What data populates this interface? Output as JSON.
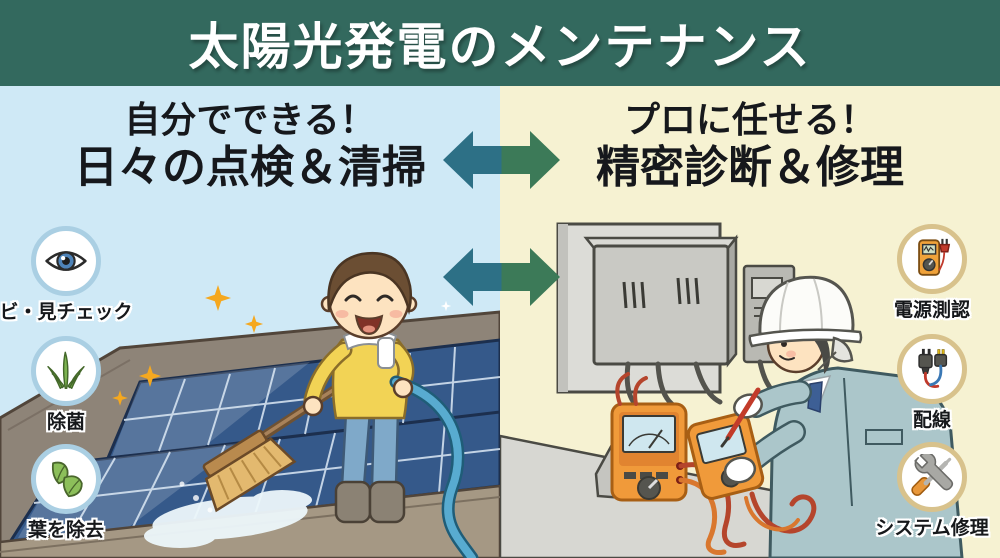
{
  "header": {
    "title": "太陽光発電のメンテナンス"
  },
  "left_section": {
    "title_line1": "自分でできる！",
    "title_line2": "日々の点検＆清掃",
    "items": [
      {
        "icon": "eye-icon",
        "label": "ビ・見チェック"
      },
      {
        "icon": "grass-icon",
        "label": "除菌"
      },
      {
        "icon": "leaves-icon",
        "label": "葉を除去"
      }
    ]
  },
  "right_section": {
    "title_line1": "プロに任せる！",
    "title_line2": "精密診断＆修理",
    "items": [
      {
        "icon": "multimeter-icon",
        "label": "電源測認"
      },
      {
        "icon": "plug-icon",
        "label": "配線"
      },
      {
        "icon": "tools-icon",
        "label": "システム修理"
      }
    ]
  },
  "colors": {
    "header_bg": "#33695e",
    "left_bg": "#cfe9f6",
    "right_bg": "#f6f2d2",
    "arrow_left_half": "#2d7086",
    "arrow_right_half": "#3c7a58"
  }
}
